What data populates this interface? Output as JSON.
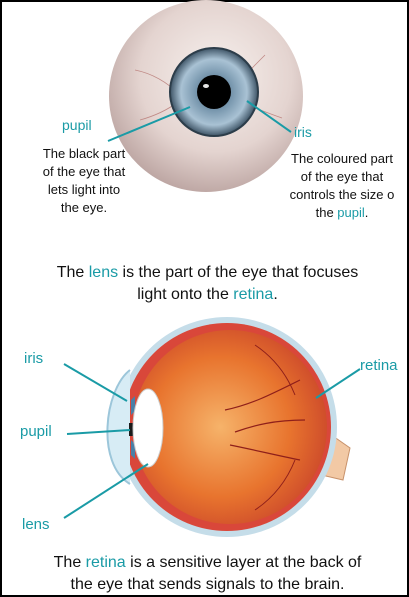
{
  "colors": {
    "accent": "#1a9ba6",
    "text": "#111111",
    "border": "#000000"
  },
  "front_view": {
    "labels": {
      "pupil": "pupil",
      "iris": "iris"
    },
    "pupil_description": {
      "line1": "The black part",
      "line2": "of the eye that",
      "line3": "lets light into",
      "line4": "the eye."
    },
    "iris_description": {
      "line1": "The coloured part",
      "line2": "of the eye that",
      "line3": "controls the size o",
      "line4_prefix": "the ",
      "line4_highlight": "pupil",
      "line4_suffix": "."
    }
  },
  "lens_caption": {
    "line1_prefix": "The ",
    "line1_highlight": "lens",
    "line1_suffix": " is the part of the eye that focuses",
    "line2_prefix": "light onto the ",
    "line2_highlight": "retina",
    "line2_suffix": "."
  },
  "cross_section": {
    "labels": {
      "iris": "iris",
      "pupil": "pupil",
      "lens": "lens",
      "retina": "retina"
    }
  },
  "retina_caption": {
    "line1_prefix": "The ",
    "line1_highlight": "retina",
    "line1_suffix": " is a sensitive layer at the back of",
    "line2": "the eye that sends signals to the brain."
  }
}
